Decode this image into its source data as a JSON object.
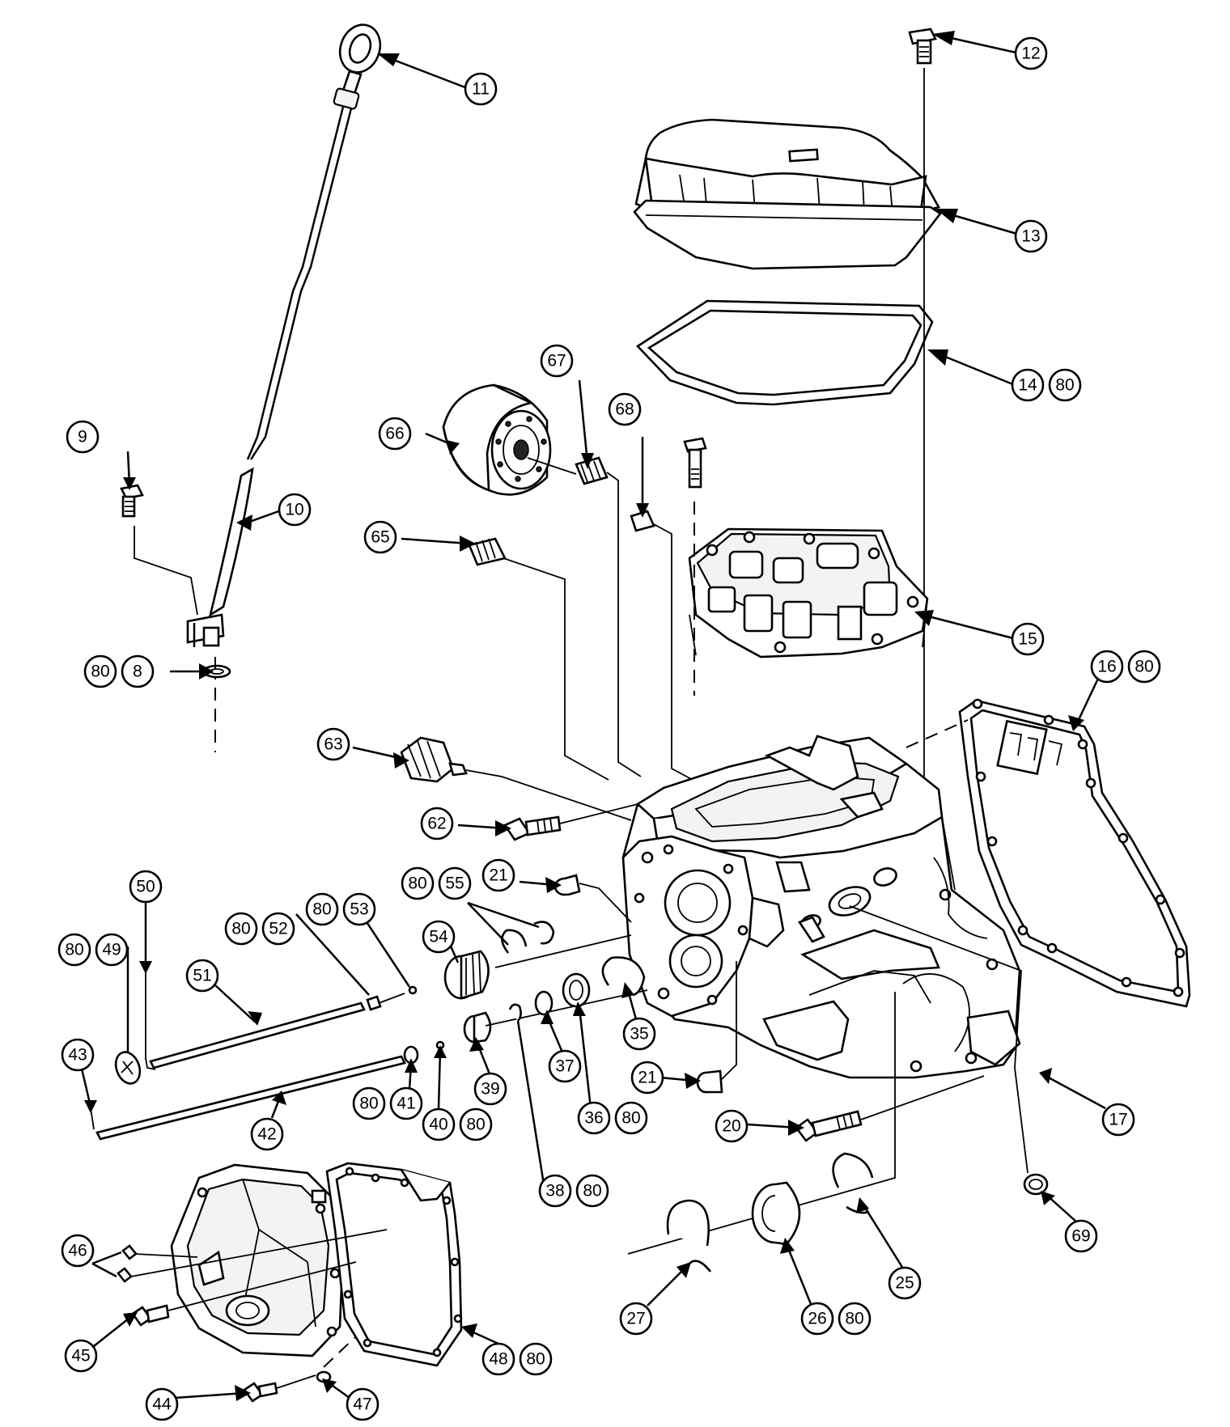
{
  "callouts": [
    {
      "id": "c11",
      "label": "11"
    },
    {
      "id": "c12",
      "label": "12"
    },
    {
      "id": "c13",
      "label": "13"
    },
    {
      "id": "c14",
      "label": "14"
    },
    {
      "id": "c14b",
      "label": "80"
    },
    {
      "id": "c9",
      "label": "9"
    },
    {
      "id": "c10",
      "label": "10"
    },
    {
      "id": "c66",
      "label": "66"
    },
    {
      "id": "c67",
      "label": "67"
    },
    {
      "id": "c68",
      "label": "68"
    },
    {
      "id": "c65",
      "label": "65"
    },
    {
      "id": "c15",
      "label": "15"
    },
    {
      "id": "c8a",
      "label": "80"
    },
    {
      "id": "c8",
      "label": "8"
    },
    {
      "id": "c16",
      "label": "16"
    },
    {
      "id": "c16b",
      "label": "80"
    },
    {
      "id": "c63",
      "label": "63"
    },
    {
      "id": "c62",
      "label": "62"
    },
    {
      "id": "c21a",
      "label": "21"
    },
    {
      "id": "c80a",
      "label": "80"
    },
    {
      "id": "c55",
      "label": "55"
    },
    {
      "id": "c50",
      "label": "50"
    },
    {
      "id": "c80b",
      "label": "80"
    },
    {
      "id": "c53",
      "label": "53"
    },
    {
      "id": "c80c",
      "label": "80"
    },
    {
      "id": "c52",
      "label": "52"
    },
    {
      "id": "c54",
      "label": "54"
    },
    {
      "id": "c80d",
      "label": "80"
    },
    {
      "id": "c49",
      "label": "49"
    },
    {
      "id": "c51",
      "label": "51"
    },
    {
      "id": "c35",
      "label": "35"
    },
    {
      "id": "c37",
      "label": "37"
    },
    {
      "id": "c39",
      "label": "39"
    },
    {
      "id": "c43",
      "label": "43"
    },
    {
      "id": "c21b",
      "label": "21"
    },
    {
      "id": "c17",
      "label": "17"
    },
    {
      "id": "c80e",
      "label": "80"
    },
    {
      "id": "c41",
      "label": "41"
    },
    {
      "id": "c40",
      "label": "40"
    },
    {
      "id": "c80f",
      "label": "80"
    },
    {
      "id": "c36",
      "label": "36"
    },
    {
      "id": "c80g",
      "label": "80"
    },
    {
      "id": "c42",
      "label": "42"
    },
    {
      "id": "c20",
      "label": "20"
    },
    {
      "id": "c38",
      "label": "38"
    },
    {
      "id": "c80h",
      "label": "80"
    },
    {
      "id": "c69",
      "label": "69"
    },
    {
      "id": "c46",
      "label": "46"
    },
    {
      "id": "c25",
      "label": "25"
    },
    {
      "id": "c27",
      "label": "27"
    },
    {
      "id": "c26",
      "label": "26"
    },
    {
      "id": "c80i",
      "label": "80"
    },
    {
      "id": "c45",
      "label": "45"
    },
    {
      "id": "c48",
      "label": "48"
    },
    {
      "id": "c80j",
      "label": "80"
    },
    {
      "id": "c44",
      "label": "44"
    },
    {
      "id": "c47",
      "label": "47"
    }
  ]
}
